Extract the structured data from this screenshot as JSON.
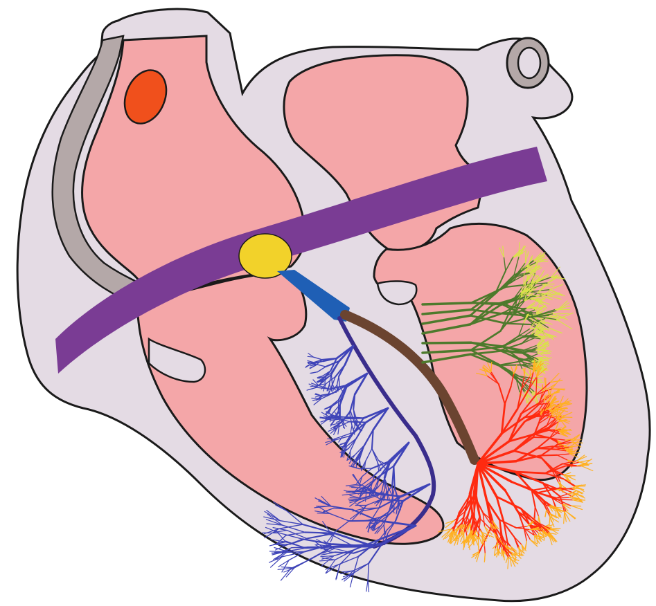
{
  "diagram": {
    "kind": "heart-conduction-system",
    "labels": [],
    "colors": {
      "background": "#ffffff",
      "heart_wall": "#e4dbe4",
      "chamber": "#f4a6a8",
      "outline": "#1a1a1a",
      "svc_wall": "#b4a8a8",
      "sa_node": "#f0501c",
      "internodal_band": "#7a3c94",
      "av_node": "#f2d22a",
      "his_bundle": "#1f5fb5",
      "left_bundle_branch": "#6b4430",
      "right_bundle_branch": "#3a2d8c",
      "purkinje_right": "#3f44b8",
      "purkinje_green": "#4d7a2c",
      "purkinje_green_highlight": "#d8e24a",
      "purkinje_red": "#ff2a10",
      "purkinje_red_highlight": "#ffb020"
    },
    "components": [
      {
        "id": "sa-node",
        "color_key": "sa_node"
      },
      {
        "id": "internodal-band",
        "color_key": "internodal_band"
      },
      {
        "id": "av-node",
        "color_key": "av_node"
      },
      {
        "id": "his-bundle",
        "color_key": "his_bundle"
      },
      {
        "id": "left-bundle-branch",
        "color_key": "left_bundle_branch"
      },
      {
        "id": "right-bundle-branch",
        "color_key": "right_bundle_branch"
      },
      {
        "id": "purkinje-fibers-blue",
        "color_key": "purkinje_right"
      },
      {
        "id": "purkinje-fibers-green",
        "color_key": "purkinje_green"
      },
      {
        "id": "purkinje-fibers-red",
        "color_key": "purkinje_red"
      }
    ]
  }
}
